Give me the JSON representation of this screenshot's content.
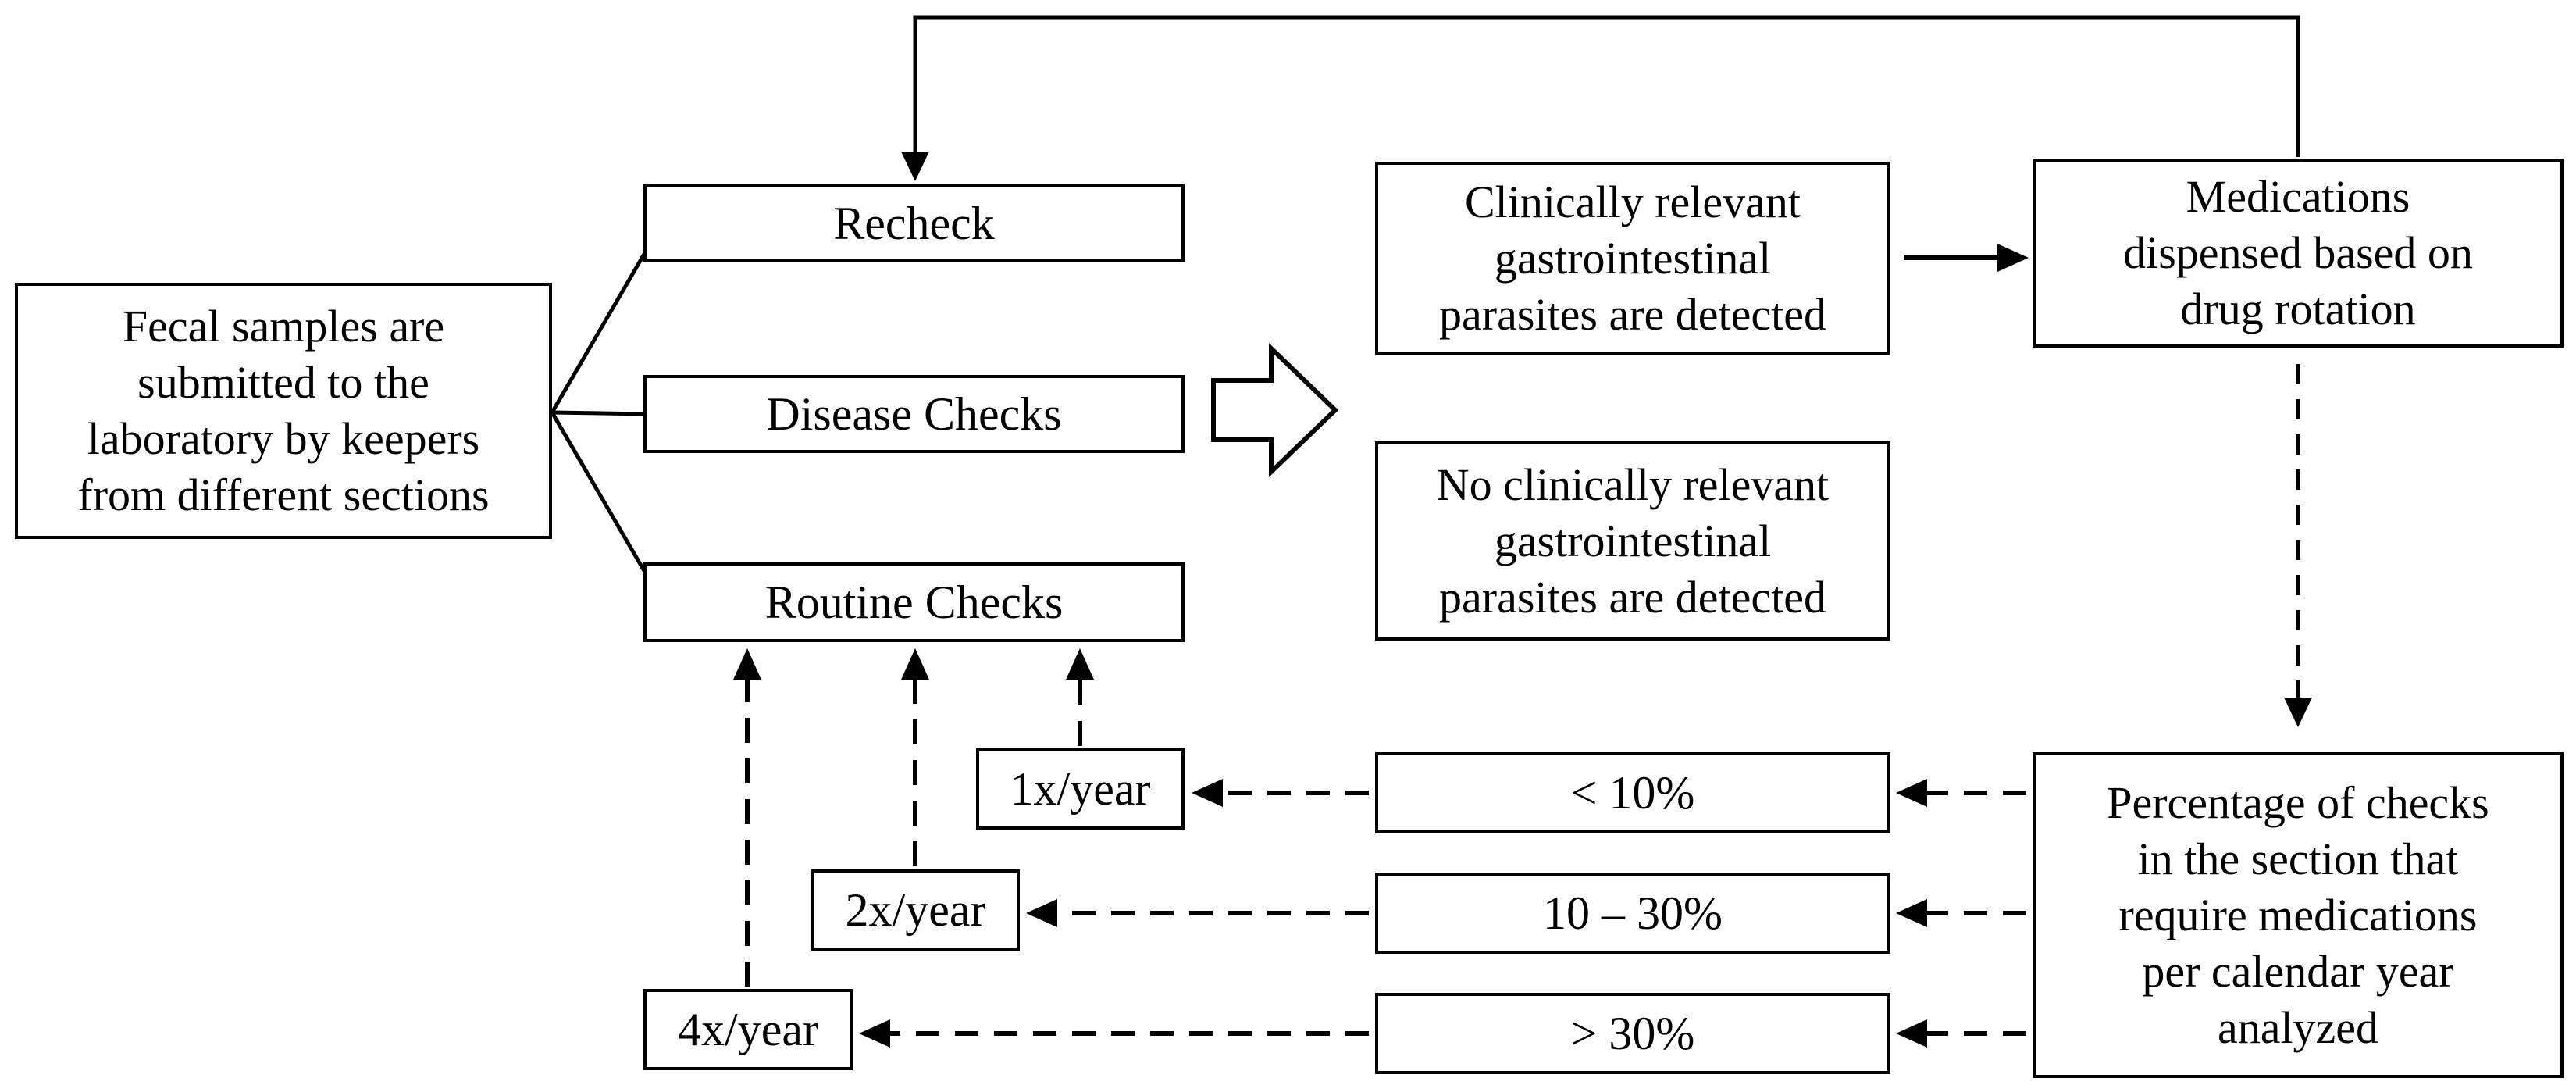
{
  "diagram": {
    "title": "Fecal sample screening and deworming decision flowchart",
    "colors": {
      "background": "#ffffff",
      "line": "#000000",
      "box_border": "#000000",
      "text": "#000000"
    },
    "nodes": {
      "fecal_samples": {
        "label": "Fecal samples are\nsubmitted to the\nlaboratory by keepers\nfrom different sections"
      },
      "recheck": {
        "label": "Recheck"
      },
      "disease_checks": {
        "label": "Disease Checks"
      },
      "routine_checks": {
        "label": "Routine Checks"
      },
      "parasites_detected": {
        "label": "Clinically relevant\ngastrointestinal\nparasites are detected"
      },
      "no_parasites_detected": {
        "label": "No clinically relevant\ngastrointestinal\nparasites are detected"
      },
      "medications": {
        "label": "Medications\ndispensed based on\ndrug rotation"
      },
      "percentage_checks": {
        "label": "Percentage of checks\nin the section that\nrequire medications\nper calendar year\nanalyzed"
      },
      "lt_10": {
        "label": "< 10%"
      },
      "range_10_30": {
        "label": "10 – 30%"
      },
      "gt_30": {
        "label": "> 30%"
      },
      "freq_1x": {
        "label": "1x/year"
      },
      "freq_2x": {
        "label": "2x/year"
      },
      "freq_4x": {
        "label": "4x/year"
      }
    },
    "edges": [
      {
        "from": "fecal_samples",
        "to": "recheck",
        "style": "solid-line"
      },
      {
        "from": "fecal_samples",
        "to": "disease_checks",
        "style": "solid-line"
      },
      {
        "from": "fecal_samples",
        "to": "routine_checks",
        "style": "solid-line"
      },
      {
        "from": "disease_checks",
        "to": "results",
        "style": "block-arrow"
      },
      {
        "from": "parasites_detected",
        "to": "medications",
        "style": "solid-arrow"
      },
      {
        "from": "medications",
        "to": "recheck",
        "style": "solid-elbow-arrow"
      },
      {
        "from": "medications",
        "to": "percentage_checks",
        "style": "dashed-arrow"
      },
      {
        "from": "percentage_checks",
        "to": "lt_10",
        "style": "dashed-arrow"
      },
      {
        "from": "percentage_checks",
        "to": "range_10_30",
        "style": "dashed-arrow"
      },
      {
        "from": "percentage_checks",
        "to": "gt_30",
        "style": "dashed-arrow"
      },
      {
        "from": "lt_10",
        "to": "freq_1x",
        "style": "dashed-arrow"
      },
      {
        "from": "range_10_30",
        "to": "freq_2x",
        "style": "dashed-arrow"
      },
      {
        "from": "gt_30",
        "to": "freq_4x",
        "style": "dashed-arrow"
      },
      {
        "from": "freq_1x",
        "to": "routine_checks",
        "style": "dashed-arrow"
      },
      {
        "from": "freq_2x",
        "to": "routine_checks",
        "style": "dashed-arrow"
      },
      {
        "from": "freq_4x",
        "to": "routine_checks",
        "style": "dashed-arrow"
      }
    ]
  }
}
